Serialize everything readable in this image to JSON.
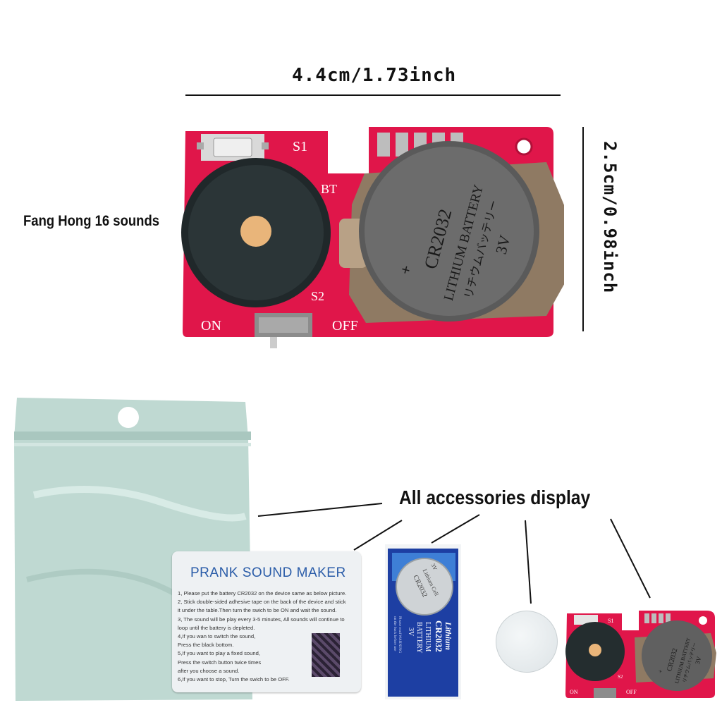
{
  "dimensions": {
    "width_label": "4.4cm/1.73inch",
    "height_label": "2.5cm/0.98inch"
  },
  "product_label": "Fang Hong 16 sounds",
  "board": {
    "s1": "S1",
    "s2": "S2",
    "bt": "BT",
    "on": "ON",
    "off": "OFF",
    "battery_model": "CR2032",
    "battery_type": "LITHIUM BATTERY",
    "battery_japanese": "リチウムバッテリー",
    "battery_voltage": "3V",
    "battery_plus": "+"
  },
  "accessories_label": "All accessories display",
  "card": {
    "title": "PRANK SOUND MAKER",
    "lines": [
      "1, Please put the battery CR2032 on the device same as below picture.",
      "2, Stick double-sided adhesive tape on the back of the device and stick",
      "   it under the table.Then turn the swich to be ON and wait the sound.",
      "3, The sound will be play every 3-5 minutes, All sounds will continue to",
      "   loop until the battery is depleted.",
      "4,If you wan to switch the sound,",
      "   Press the black bottom.",
      "5,If you want to play a fixed sound,",
      "   Press the switch button twice times",
      "   after you choose a sound.",
      "6,If you want to stop, Turn the swich to be OFF."
    ]
  },
  "battery_pack": {
    "brand": "Lithium",
    "model": "CR2032",
    "type": "LITHIUM",
    "type2": "BATTERY",
    "voltage": "3V",
    "warning1": "Please read WARNING",
    "warning2": "on the back before use",
    "coin_text": "Lithium Cell",
    "coin_model": "CR2032",
    "coin_voltage": "3V"
  },
  "colors": {
    "pcb": "#e0164a",
    "bag": "#bfd9d2",
    "card_bg": "#eef1f3",
    "battery_blue": "#1d3fa3"
  }
}
